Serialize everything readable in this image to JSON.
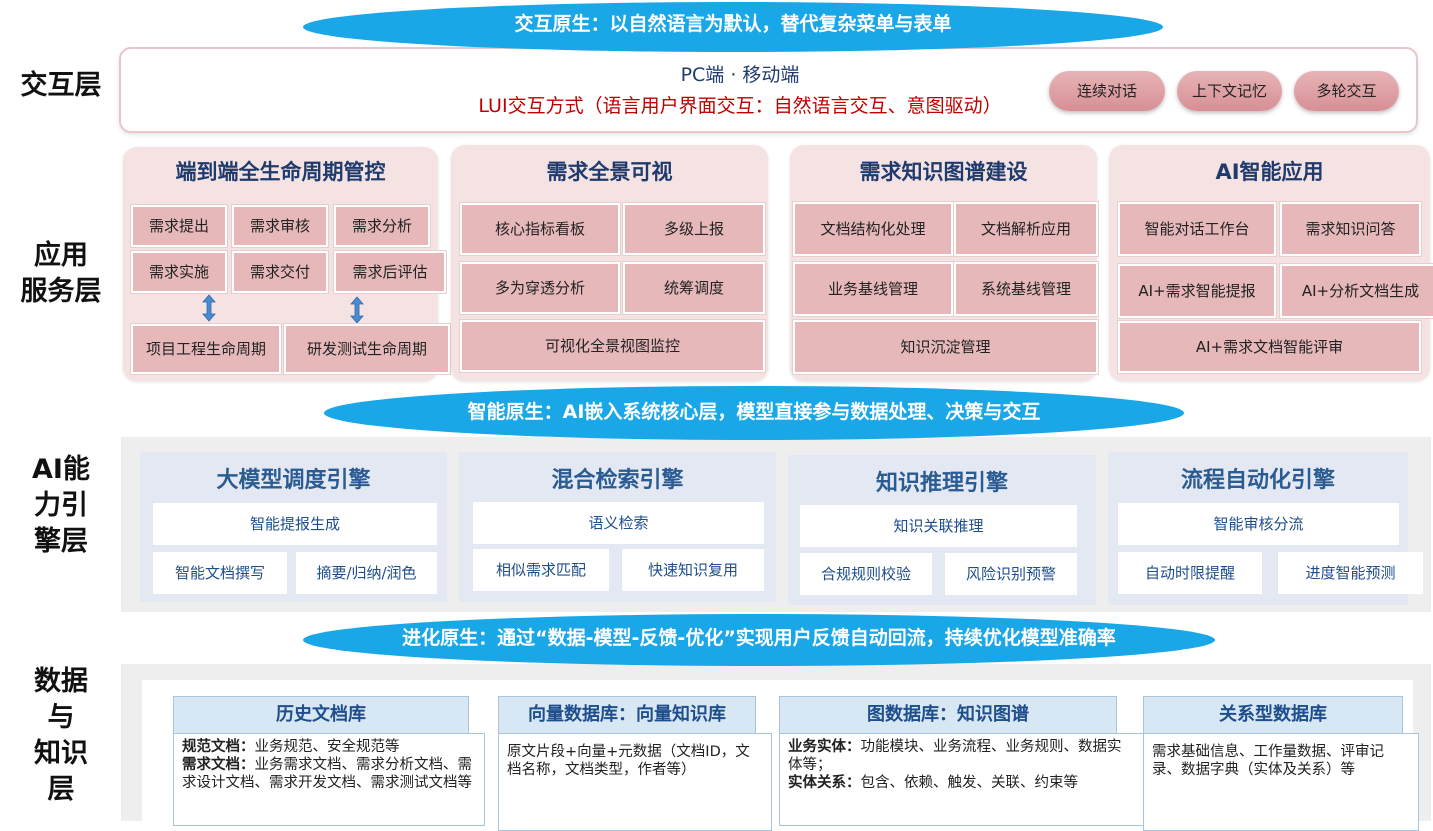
{
  "layers": {
    "interaction": "交互层",
    "app_line1": "应用",
    "app_line2": "服务层",
    "ai_line1": "AI能",
    "ai_line2": "力引",
    "ai_line3": "擎层",
    "data_line1": "数据",
    "data_line2": "与",
    "data_line3": "知识",
    "data_line4": "层"
  },
  "banners": {
    "top": "交互原生：以自然语言为默认，替代复杂菜单与表单",
    "middle": "智能原生：AI嵌入系统核心层，模型直接参与数据处理、决策与交互",
    "bottom": "进化原生：通过“数据-模型-反馈-优化”实现用户反馈自动回流，持续优化模型准确率"
  },
  "interaction": {
    "line1": "PC端  ·  移动端",
    "line2": "LUI交互方式（语言用户界面交互：自然语言交互、意图驱动）",
    "pills": [
      "连续对话",
      "上下文记忆",
      "多轮交互"
    ]
  },
  "app": {
    "lifecycle": {
      "title": "端到端全生命周期管控",
      "items": [
        "需求提出",
        "需求审核",
        "需求分析",
        "需求实施",
        "需求交付",
        "需求后评估"
      ],
      "bottom": [
        "项目工程生命周期",
        "研发测试生命周期"
      ]
    },
    "visual": {
      "title": "需求全景可视",
      "items": [
        "核心指标看板",
        "多级上报",
        "多为穿透分析",
        "统筹调度",
        "可视化全景视图监控"
      ]
    },
    "knowledge": {
      "title": "需求知识图谱建设",
      "items": [
        "文档结构化处理",
        "文档解析应用",
        "业务基线管理",
        "系统基线管理",
        "知识沉淀管理"
      ]
    },
    "ai": {
      "title": "AI智能应用",
      "items": [
        "智能对话工作台",
        "需求知识问答",
        "AI+需求智能提报",
        "AI+分析文档生成",
        "AI+需求文档智能评审"
      ]
    }
  },
  "engines": [
    {
      "title": "大模型调度引擎",
      "items": [
        "智能提报生成",
        "智能文档撰写",
        "摘要/归纳/润色"
      ]
    },
    {
      "title": "混合检索引擎",
      "items": [
        "语义检索",
        "相似需求匹配",
        "快速知识复用"
      ]
    },
    {
      "title": "知识推理引擎",
      "items": [
        "知识关联推理",
        "合规规则校验",
        "风险识别预警"
      ]
    },
    {
      "title": "流程自动化引擎",
      "items": [
        "智能审核分流",
        "自动时限提醒",
        "进度智能预测"
      ]
    }
  ],
  "databases": {
    "history": {
      "title": "历史文档库",
      "label1": "规范文档：",
      "text1": "业务规范、安全规范等",
      "label2": "需求文档：",
      "text2": "业务需求文档、需求分析文档、需求设计文档、需求开发文档、需求测试文档等"
    },
    "vector": {
      "title": "向量数据库：向量知识库",
      "text": "原文片段+向量+元数据（文档ID，文档名称，文档类型，作者等）"
    },
    "graph": {
      "title": "图数据库：知识图谱",
      "label1": "业务实体：",
      "text1": "功能模块、业务流程、业务规则、数据实体等；",
      "label2": "实体关系：",
      "text2": "包含、依赖、触发、关联、约束等"
    },
    "relational": {
      "title": "关系型数据库",
      "text": "需求基础信息、工作量数据、评审记录、数据字典（实体及关系）等"
    }
  },
  "colors": {
    "banner": "#1aa7e8",
    "app_card": "#f5e3e3",
    "app_box": "#e6b8b9",
    "card_title": "#1f3b6e",
    "ai_card": "#e3e8f3",
    "ai_text": "#1f4e8c",
    "lui_red": "#c00000"
  }
}
